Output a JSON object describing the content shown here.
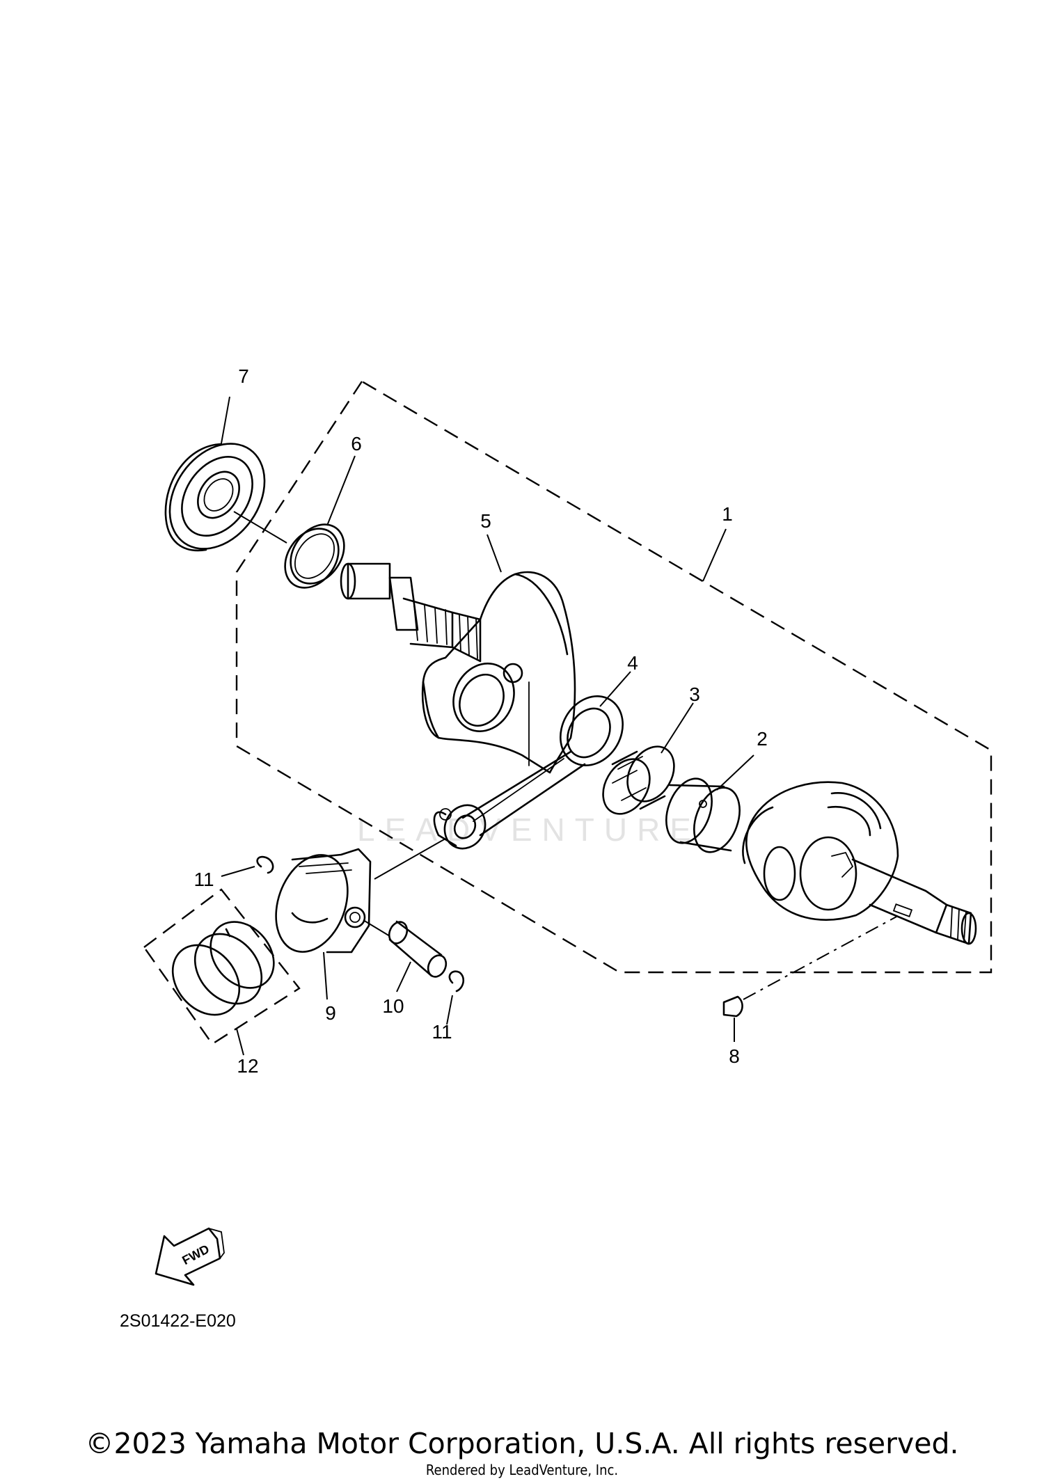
{
  "diagram": {
    "callouts": [
      "1",
      "2",
      "3",
      "4",
      "5",
      "6",
      "7",
      "8",
      "9",
      "10",
      "11",
      "11",
      "12"
    ],
    "fwd_label": "FWD",
    "watermark": "LEADVENTURE",
    "diagram_code": "2S01422-E020"
  },
  "footer": {
    "copyright": "©2023 Yamaha Motor Corporation, U.S.A. All rights reserved.",
    "rendered_by": "Rendered by LeadVenture, Inc."
  }
}
